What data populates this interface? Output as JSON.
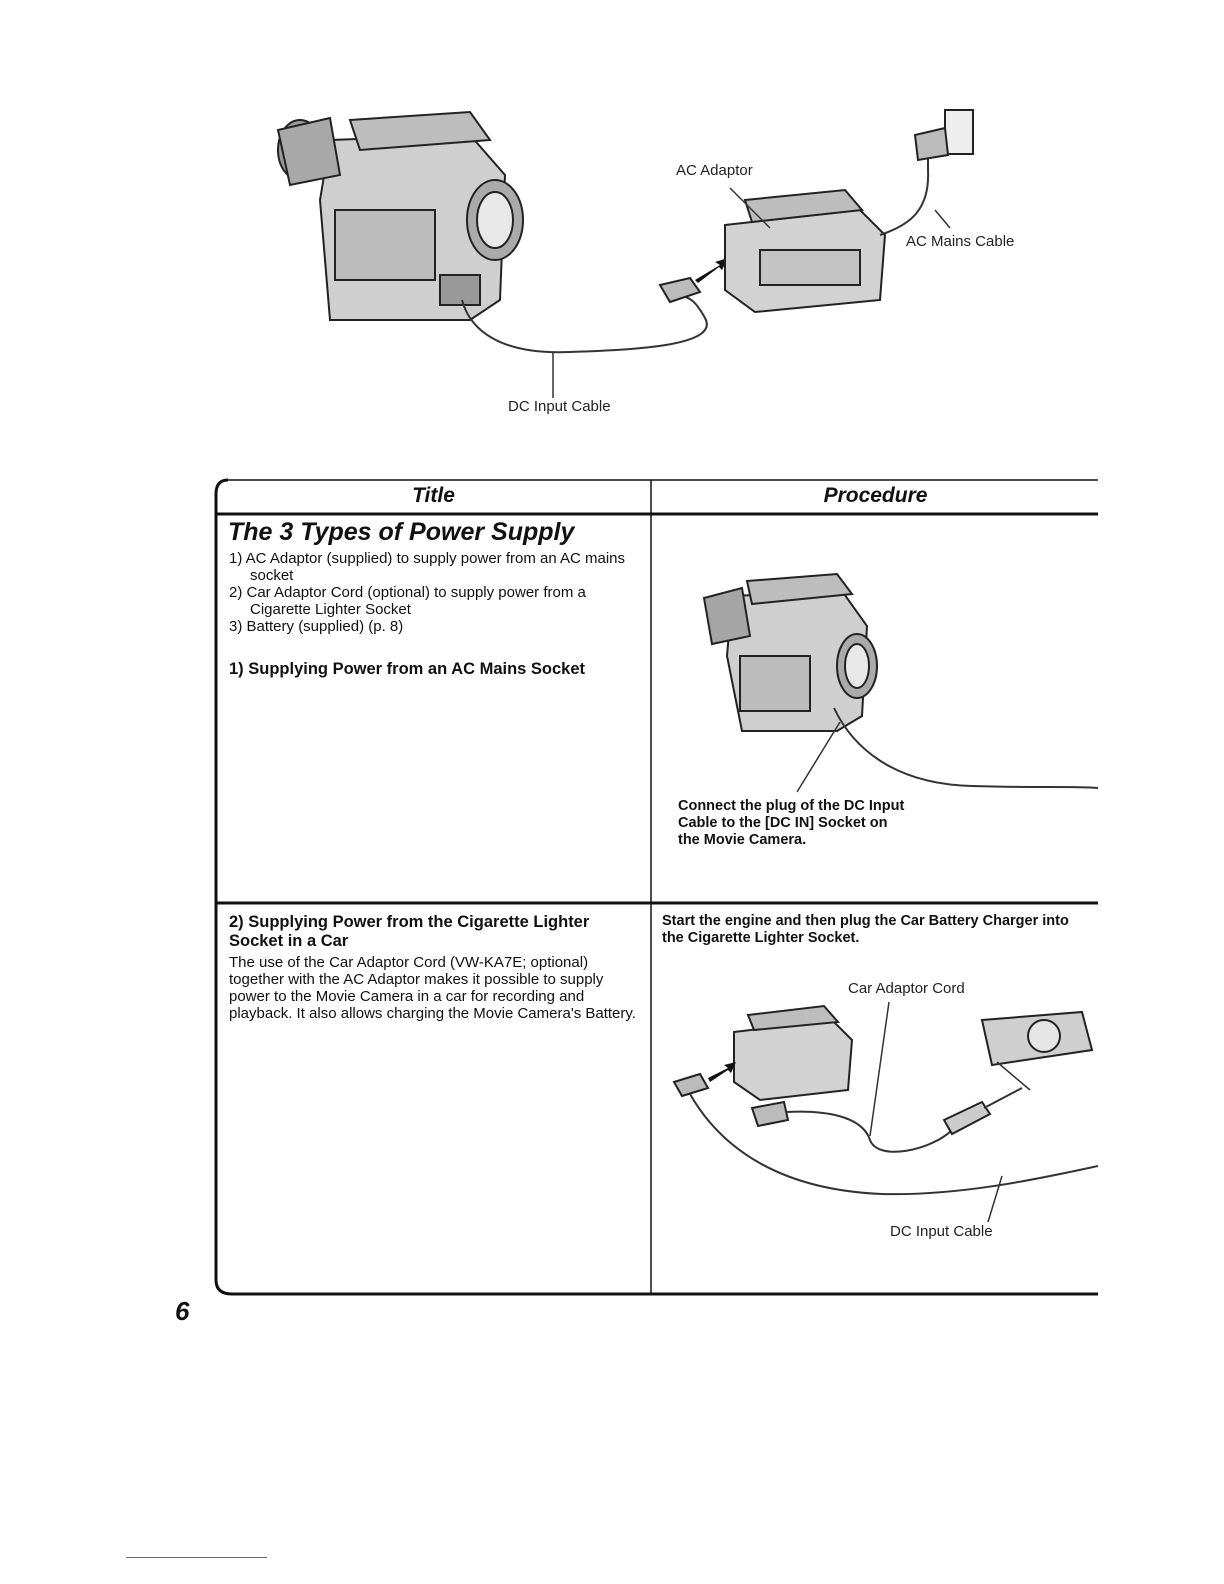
{
  "top_figure": {
    "labels": {
      "ac_adaptor": "AC Adaptor",
      "ac_mains_cable": "AC Mains Cable",
      "dc_input_cable": "DC Input Cable"
    }
  },
  "table": {
    "headers": {
      "title": "Title",
      "procedure": "Procedure"
    },
    "section1": {
      "heading": "The 3 Types of Power Supply",
      "items": [
        "1) AC Adaptor (supplied) to supply power from an AC mains socket",
        "2) Car Adaptor Cord (optional) to supply power from a Cigarette Lighter Socket",
        "3) Battery (supplied) (p. 8)"
      ],
      "subheading": "1) Supplying Power from an AC Mains Socket",
      "procedure_note": "Connect the plug of the DC Input Cable to the [DC IN] Socket on the Movie Camera."
    },
    "section2": {
      "subheading": "2) Supplying Power from the Cigarette Lighter Socket in a Car",
      "body": "The use of the Car Adaptor Cord (VW-KA7E; optional) together with the AC Adaptor makes it possible to supply power to the Movie Camera in a car for recording and playback. It also allows charging the Movie Camera's Battery.",
      "procedure_note": "Start the engine and then plug the Car Battery Charger into the Cigarette Lighter Socket.",
      "figure_labels": {
        "car_adaptor_cord": "Car Adaptor Cord",
        "dc_input_cable": "DC Input Cable"
      }
    }
  },
  "page_number": "6"
}
